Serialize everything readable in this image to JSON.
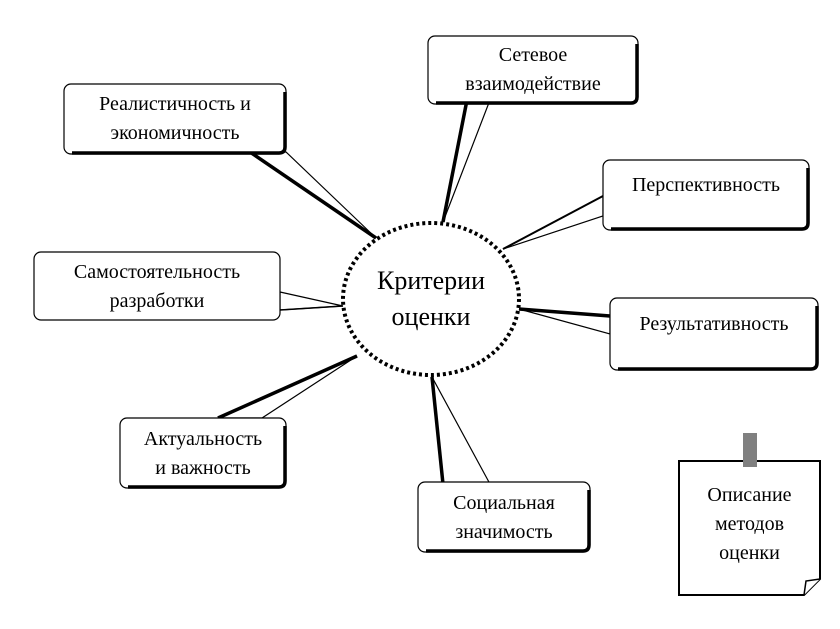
{
  "center": {
    "lines": [
      "Критерии",
      "оценки"
    ]
  },
  "criteria": [
    {
      "id": "network",
      "lines": [
        "Сетевое",
        "взаимодействие"
      ]
    },
    {
      "id": "realism",
      "lines": [
        "Реалистичность и",
        "экономичность"
      ]
    },
    {
      "id": "prospects",
      "lines": [
        "Перспективность"
      ]
    },
    {
      "id": "independence",
      "lines": [
        "Самостоятельность",
        "разработки"
      ]
    },
    {
      "id": "effectiveness",
      "lines": [
        "Результативность"
      ]
    },
    {
      "id": "relevance",
      "lines": [
        "Актуальность",
        "и важность"
      ]
    },
    {
      "id": "social",
      "lines": [
        "Социальная",
        "значимость"
      ]
    }
  ],
  "note": {
    "lines": [
      "Описание",
      "методов",
      "оценки"
    ]
  },
  "colors": {
    "stroke": "#000000",
    "pin": "#808080",
    "background": "#ffffff"
  }
}
